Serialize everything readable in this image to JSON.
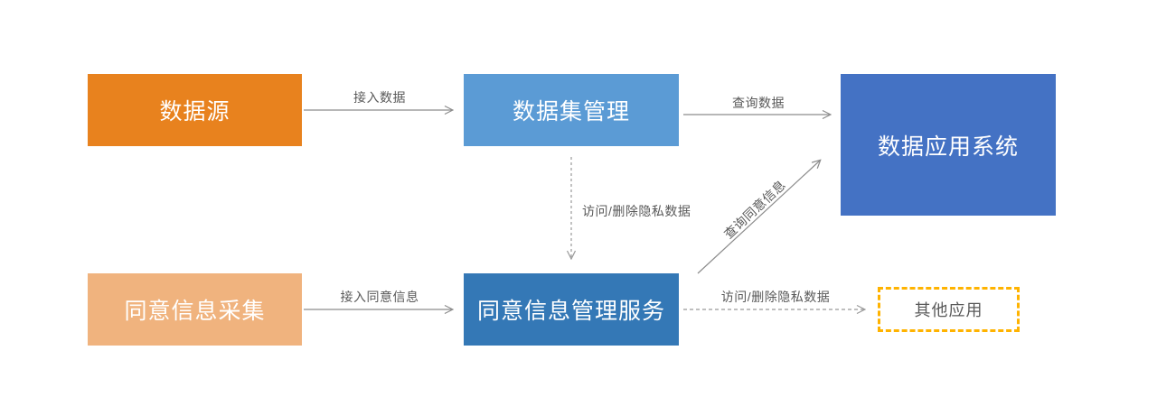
{
  "diagram": {
    "background": "#FFFFFF",
    "edge_color_solid": "#8C8C8C",
    "edge_color_dashed": "#999999",
    "edge_label_color": "#595959",
    "nodes": {
      "data_source": {
        "label": "数据源",
        "bg": "#E8821E",
        "text_color": "#FFFFFF"
      },
      "dataset_management": {
        "label": "数据集管理",
        "bg": "#5B9BD5",
        "text_color": "#FFFFFF"
      },
      "data_application_system": {
        "label": "数据应用系统",
        "bg": "#4472C4",
        "text_color": "#FFFFFF"
      },
      "consent_collection": {
        "label": "同意信息采集",
        "bg": "#F0B37E",
        "text_color": "#FFFFFF"
      },
      "consent_management_service": {
        "label": "同意信息管理服务",
        "bg": "#3478B6",
        "text_color": "#FFFFFF"
      },
      "other_applications": {
        "label": "其他应用",
        "bg": "#FFFFFF",
        "border_color": "#FFB300",
        "text_color": "#595959"
      }
    },
    "edges": {
      "access_data": {
        "label": "接入数据",
        "style": "solid",
        "from": "data_source",
        "to": "dataset_management"
      },
      "query_data": {
        "label": "查询数据",
        "style": "solid",
        "from": "dataset_management",
        "to": "data_application_system"
      },
      "access_delete_down": {
        "label": "访问/删除隐私数据",
        "style": "dashed",
        "from": "dataset_management",
        "to": "consent_management_service"
      },
      "query_consent": {
        "label": "查询同意信息",
        "style": "solid",
        "from": "consent_management_service",
        "to": "data_application_system"
      },
      "access_consent": {
        "label": "接入同意信息",
        "style": "solid",
        "from": "consent_collection",
        "to": "consent_management_service"
      },
      "access_delete_right": {
        "label": "访问/删除隐私数据",
        "style": "dashed",
        "from": "consent_management_service",
        "to": "other_applications"
      }
    }
  }
}
